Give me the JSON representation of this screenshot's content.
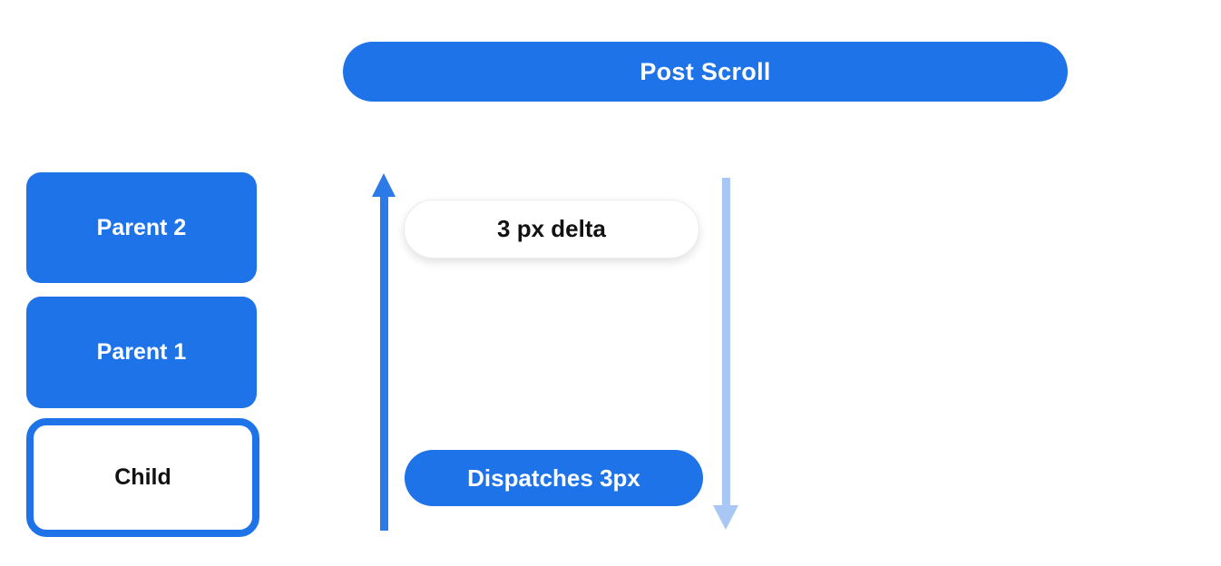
{
  "colors": {
    "primary_blue": "#1e73e8",
    "arrow_blue": "#2b7ae8",
    "light_blue": "#a9c7f5",
    "pill_border": "#ececec",
    "text_black": "#111111"
  },
  "header": {
    "post_scroll_label": "Post Scroll"
  },
  "widget_stack": {
    "items": [
      {
        "label": "Parent 2"
      },
      {
        "label": "Parent 1"
      },
      {
        "label": "Child"
      }
    ]
  },
  "scroll_flow": {
    "delta_badge_label": "3 px delta",
    "dispatch_badge_label": "Dispatches 3px"
  }
}
